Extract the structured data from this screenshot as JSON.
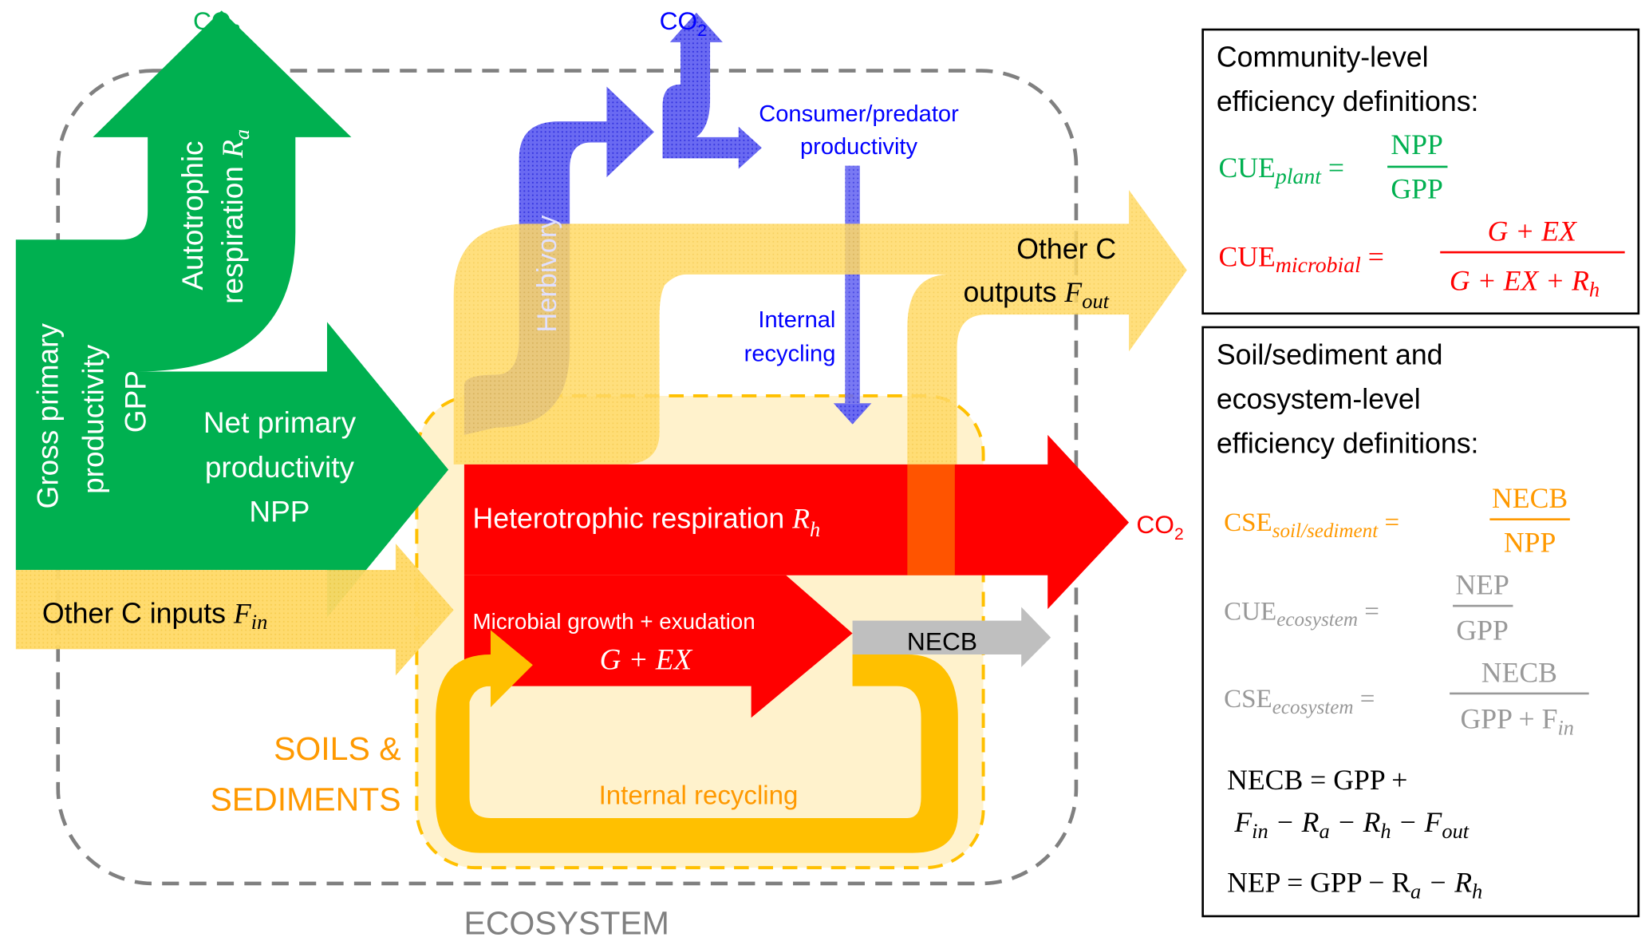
{
  "diagram": {
    "colors": {
      "green": "#00B050",
      "blue": "#5050F0",
      "blue_text": "#0000FF",
      "yellow_light": "#FFD966",
      "yellow_bg": "#FFF2CC",
      "yellow_strong": "#FFC000",
      "red": "#FF0000",
      "orange_text": "#FF9900",
      "gray": "#808080",
      "necb_gray": "#BFBFBF"
    },
    "boundaries": {
      "ecosystem_label": "ECOSYSTEM",
      "soils_label_line1": "SOILS &",
      "soils_label_line2": "SEDIMENTS"
    },
    "flows": {
      "co2_green": "CO",
      "co2_blue": "CO",
      "co2_red": "CO",
      "co2_sub": "2",
      "autotrophic_line1": "Autotrophic",
      "autotrophic_line2": "respiration ",
      "autotrophic_symbol": "R",
      "autotrophic_sub": "a",
      "gpp_line1": "Gross primary",
      "gpp_line2": "productivity",
      "gpp_line3": "GPP",
      "npp_line1": "Net primary",
      "npp_line2": "productivity",
      "npp_line3": "NPP",
      "herbivory": "Herbivory",
      "consumer_line1": "Consumer/predator",
      "consumer_line2": "productivity",
      "internal_recycling_blue_line1": "Internal",
      "internal_recycling_blue_line2": "recycling",
      "other_out_line1": "Other C",
      "other_out_line2": "outputs ",
      "other_out_symbol": "F",
      "other_out_sub": "out",
      "other_in_text": "Other C inputs ",
      "other_in_symbol": "F",
      "other_in_sub": "in",
      "heterotrophic_text": "Heterotrophic respiration ",
      "heterotrophic_symbol": "R",
      "heterotrophic_sub": "h",
      "microbial_text": "Microbial growth + exudation",
      "microbial_formula": "G + EX",
      "necb": "NECB",
      "internal_recycling_soil": "Internal recycling"
    },
    "community_box": {
      "title_line1": "Community-level",
      "title_line2": "efficiency definitions:",
      "cue_plant": {
        "lhs": "CUE",
        "sub": "plant",
        "num": "NPP",
        "den": "GPP"
      },
      "cue_microbial": {
        "lhs": "CUE",
        "sub": "microbial",
        "num": "G + EX",
        "den": "G + EX + R",
        "den_sub": "h"
      }
    },
    "ecosystem_box": {
      "title_line1": "Soil/sediment and",
      "title_line2": "ecosystem-level",
      "title_line3": "efficiency definitions:",
      "cse_soil": {
        "lhs": "CSE",
        "sub": "soil/sediment",
        "num": "NECB",
        "den": "NPP"
      },
      "cue_ecosystem": {
        "lhs": "CUE",
        "sub": "ecosystem",
        "num": "NEP",
        "den": "GPP"
      },
      "cse_ecosystem": {
        "lhs": "CSE",
        "sub": "ecosystem",
        "num": "NECB",
        "den": "GPP + F",
        "den_sub": "in"
      },
      "necb_eq_line1": "NECB = GPP +",
      "necb_eq_line2": "F",
      "necb_eq_line2_rest": " − R",
      "nep_eq": "NEP = GPP − R",
      "sub_in": "in",
      "sub_a": "a",
      "sub_h": "h",
      "sub_out": "out",
      "minus_r": " − R",
      "minus_f": " − F"
    }
  }
}
